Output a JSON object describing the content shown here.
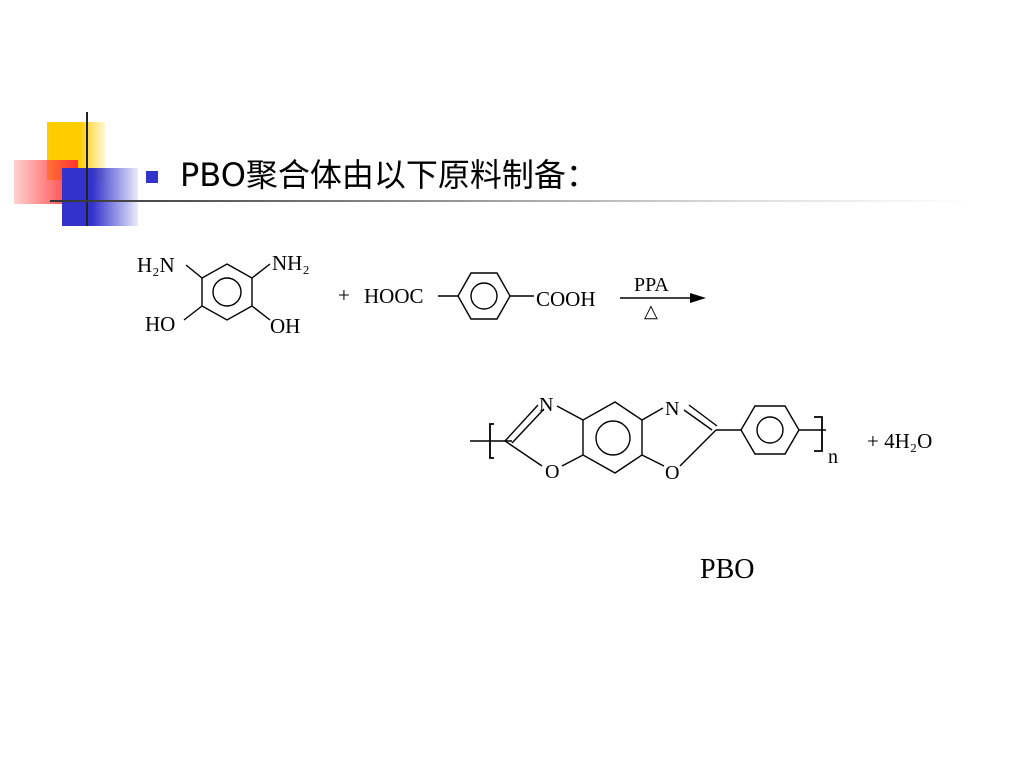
{
  "slide": {
    "title": "PBO聚合体由以下原料制备：",
    "accent_blue": "#3333cc",
    "accent_yellow": "#ffcc00",
    "accent_red": "#ff3333"
  },
  "reactant1": {
    "nh2_left": "H₂N",
    "nh2_right": "NH₂",
    "oh_left": "HO",
    "oh_right": "OH"
  },
  "reactant2": {
    "plus": "+",
    "left_group": "HOOC",
    "right_group": "COOH"
  },
  "conditions": {
    "catalyst": "PPA",
    "heat": "△"
  },
  "product": {
    "n_top_left": "N",
    "n_top_right": "N",
    "o_bottom_left": "O",
    "o_bottom_right": "O",
    "repeat": "n",
    "byproduct": "+ 4H₂O",
    "name": "PBO"
  }
}
